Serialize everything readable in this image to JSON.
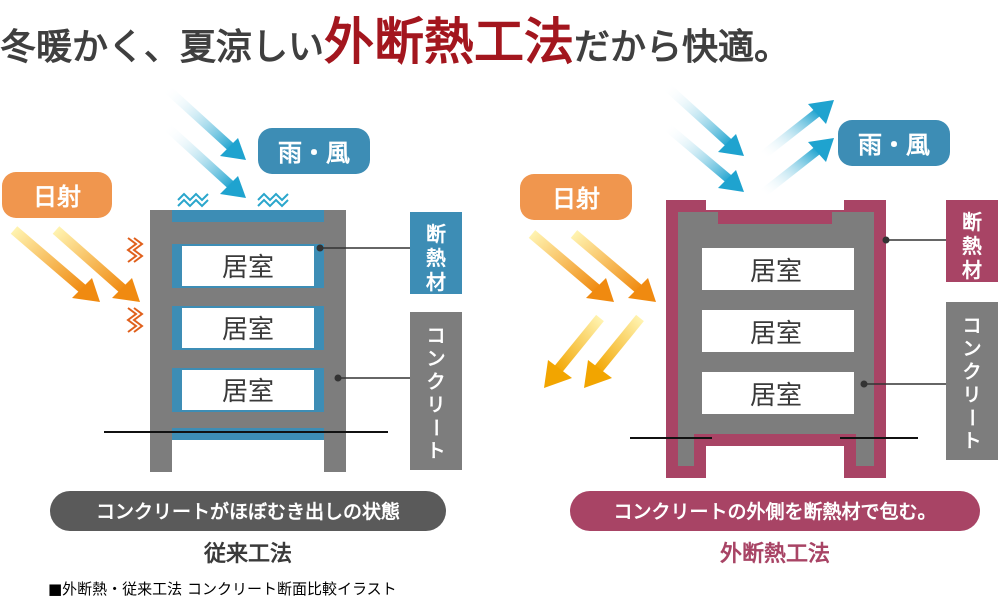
{
  "headline": {
    "prefix": "冬暖かく、夏涼しい",
    "emphasis": "外断熱工法",
    "suffix": "だから快適。"
  },
  "colors": {
    "headline_accent": "#a3161e",
    "concrete": "#7d7d7d",
    "conventional_insulation": "#3d8db5",
    "external_insulation": "#a84465",
    "rain_wind_bubble": "#3d8db5",
    "sun_bubble": "#f0964e",
    "rain_arrow": "#2aa6cc",
    "sun_arrow": "#f29a1a",
    "caption_pill_left": "#5a5a5a",
    "caption_pill_right": "#a84465"
  },
  "left_panel": {
    "rain_wind_label": "雨・風",
    "sunlight_label": "日射",
    "rooms": [
      "居室",
      "居室",
      "居室"
    ],
    "insulation_label": "断熱材",
    "concrete_label": "コンクリート",
    "state_caption": "コンクリートがほぼむき出しの状態",
    "method_title": "従来工法"
  },
  "right_panel": {
    "rain_wind_label": "雨・風",
    "sunlight_label": "日射",
    "rooms": [
      "居室",
      "居室",
      "居室"
    ],
    "insulation_label": "断熱材",
    "concrete_label": "コンクリート",
    "state_caption": "コンクリートの外側を断熱材で包む。",
    "method_title": "外断熱工法"
  },
  "footer_caption": "■外断熱・従来工法 コンクリート断面比較イラスト"
}
